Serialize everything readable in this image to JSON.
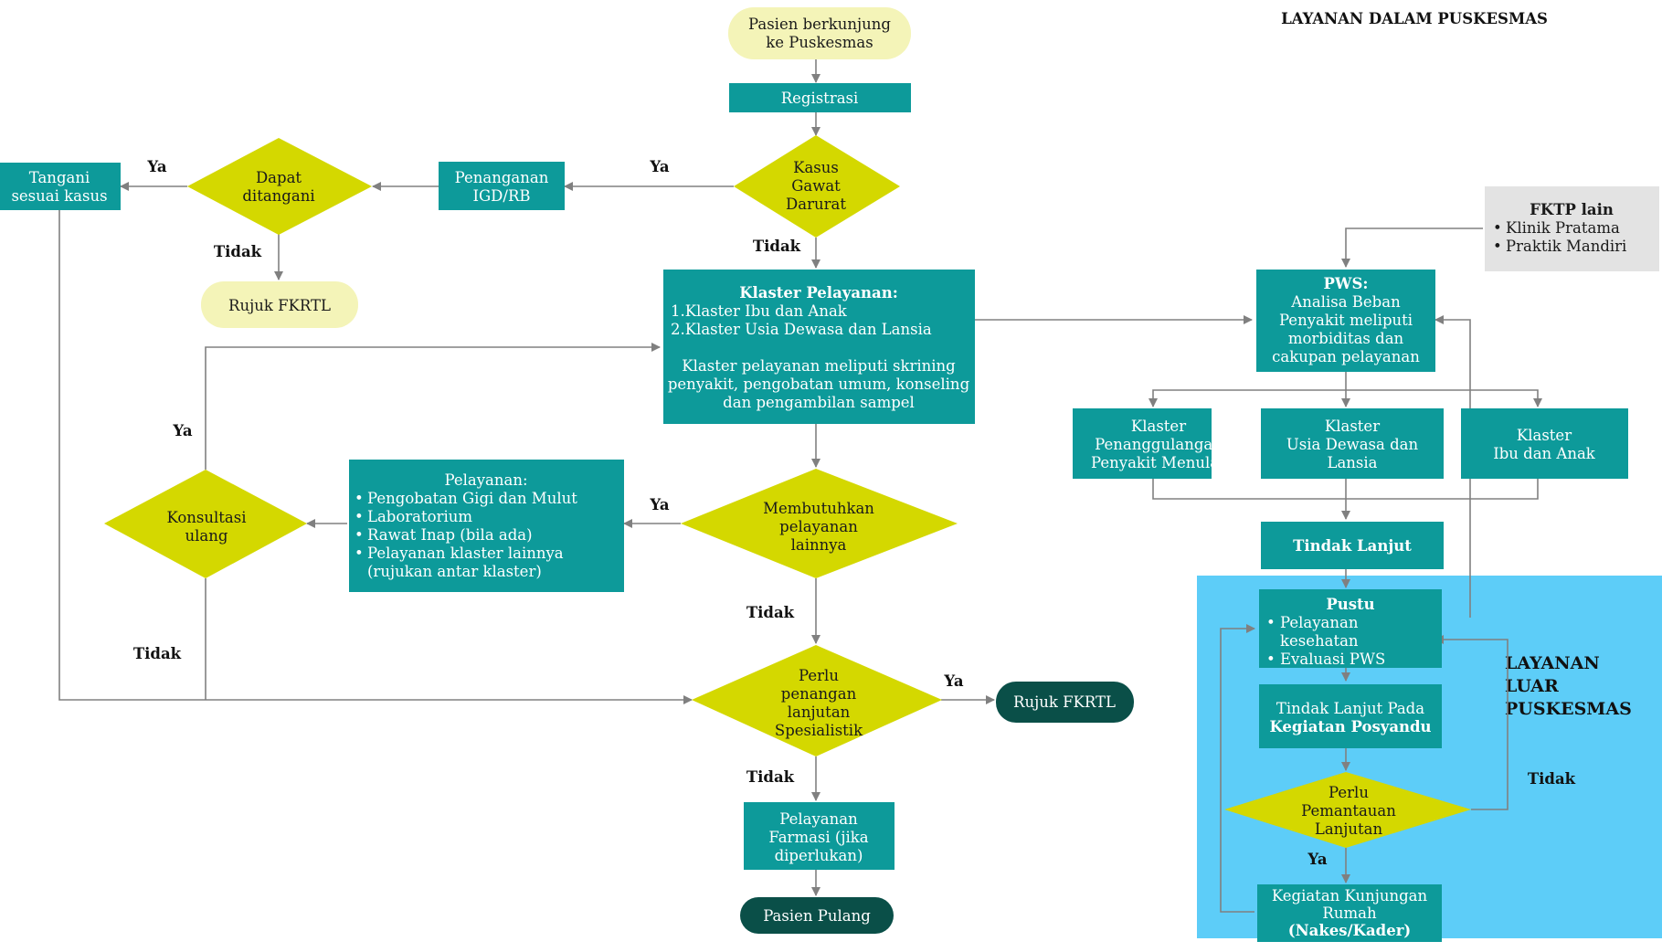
{
  "title": "LAYANAN DALAM  PUSKESMAS",
  "outside_title": [
    "LAYANAN",
    "LUAR",
    "PUSKESMAS"
  ],
  "colors": {
    "teal": "#0d9a9a",
    "diamond": "#d4d800",
    "pale_oval": "#f4f4b8",
    "dark_oval": "#0a4f48",
    "light_blue_bg": "#5dcdf8",
    "grey_box": "#e3e3e3",
    "arrow": "#808080"
  },
  "nodes": {
    "start": [
      "Pasien berkunjung",
      "ke Puskesmas"
    ],
    "registrasi": [
      "Registrasi"
    ],
    "gawat": [
      "Kasus",
      "Gawat",
      "Darurat"
    ],
    "igd": [
      "Penanganan",
      "IGD/RB"
    ],
    "dapat": [
      "Dapat",
      "ditangani"
    ],
    "tangani": [
      "Tangani",
      "sesuai kasus"
    ],
    "rujuk1": [
      "Rujuk FKRTL"
    ],
    "klaster_title": "Klaster Pelayanan:",
    "klaster_lines": [
      "1.Klaster Ibu dan Anak",
      "2.Klaster Usia Dewasa dan Lansia"
    ],
    "klaster_desc": [
      "Klaster pelayanan meliputi skrining",
      "penyakit, pengobatan umum, konseling",
      "dan pengambilan sampel"
    ],
    "membutuhkan": [
      "Membutuhkan",
      "pelayanan",
      "lainnya"
    ],
    "pelayanan_title": "Pelayanan:",
    "pelayanan_items": [
      "Pengobatan Gigi dan Mulut",
      "Laboratorium",
      "Rawat Inap (bila ada)",
      "Pelayanan klaster lainnya",
      "(rujukan antar klaster)"
    ],
    "konsultasi": [
      "Konsultasi",
      "ulang"
    ],
    "perlu_spesialis": [
      "Perlu",
      "penangan",
      "lanjutan",
      "Spesialistik"
    ],
    "rujuk2": [
      "Rujuk FKRTL"
    ],
    "farmasi": [
      "Pelayanan",
      "Farmasi (jika",
      "diperlukan)"
    ],
    "pulang": [
      "Pasien Pulang"
    ],
    "fktp_title": "FKTP lain",
    "fktp_items": [
      "Klinik Pratama",
      "Praktik Mandiri"
    ],
    "pws_title": "PWS:",
    "pws_lines": [
      "Analisa Beban",
      "Penyakit meliputi",
      "morbiditas dan",
      "cakupan pelayanan"
    ],
    "k_menular": [
      "Klaster",
      "Penanggulangan",
      "Penyakit Menular"
    ],
    "k_dewasa": [
      "Klaster",
      "Usia Dewasa dan",
      "Lansia"
    ],
    "k_ibu": [
      "Klaster",
      "Ibu dan Anak"
    ],
    "tindak": [
      "Tindak Lanjut"
    ],
    "pustu_title": "Pustu",
    "pustu_items": [
      "Pelayanan",
      "kesehatan",
      "Evaluasi PWS"
    ],
    "posyandu": [
      "Tindak Lanjut Pada",
      "Kegiatan Posyandu"
    ],
    "pemantauan": [
      "Perlu",
      "Pemantauan",
      "Lanjutan"
    ],
    "kunjungan": [
      "Kegiatan Kunjungan",
      "Rumah",
      "(Nakes/Kader)"
    ]
  },
  "edge_labels": {
    "ya": "Ya",
    "tidak": "Tidak"
  }
}
